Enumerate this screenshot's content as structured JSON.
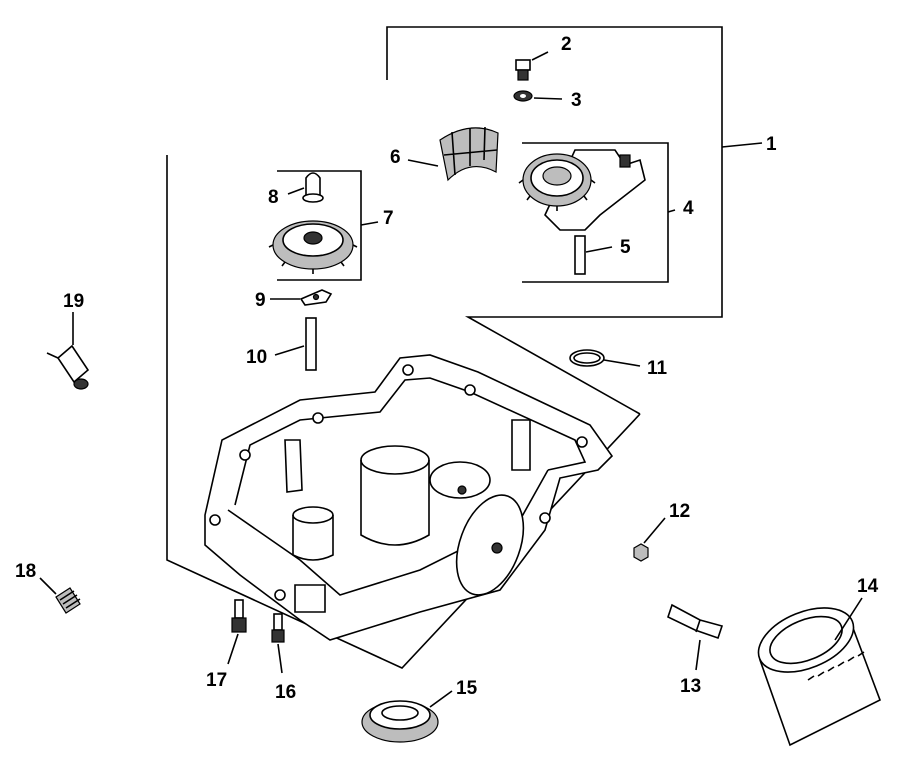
{
  "callouts": {
    "c1": "1",
    "c2": "2",
    "c3": "3",
    "c4": "4",
    "c5": "5",
    "c6": "6",
    "c7": "7",
    "c8": "8",
    "c9": "9",
    "c10": "10",
    "c11": "11",
    "c12": "12",
    "c13": "13",
    "c14": "14",
    "c15": "15",
    "c16": "16",
    "c17": "17",
    "c18": "18",
    "c19": "19"
  },
  "parts": [
    {
      "num": "1",
      "icon": "oil-pump-assembly-bracket"
    },
    {
      "num": "2",
      "icon": "screw"
    },
    {
      "num": "3",
      "icon": "washer"
    },
    {
      "num": "4",
      "icon": "oil-pump-gear"
    },
    {
      "num": "5",
      "icon": "pin"
    },
    {
      "num": "6",
      "icon": "screen"
    },
    {
      "num": "7",
      "icon": "governor-gear"
    },
    {
      "num": "8",
      "icon": "plunger"
    },
    {
      "num": "9",
      "icon": "washer"
    },
    {
      "num": "10",
      "icon": "shaft"
    },
    {
      "num": "11",
      "icon": "o-ring"
    },
    {
      "num": "12",
      "icon": "nut"
    },
    {
      "num": "13",
      "icon": "stud"
    },
    {
      "num": "14",
      "icon": "oil-filter"
    },
    {
      "num": "15",
      "icon": "oil-seal"
    },
    {
      "num": "16",
      "icon": "screw"
    },
    {
      "num": "17",
      "icon": "screw"
    },
    {
      "num": "18",
      "icon": "plug"
    },
    {
      "num": "19",
      "icon": "switch"
    }
  ]
}
